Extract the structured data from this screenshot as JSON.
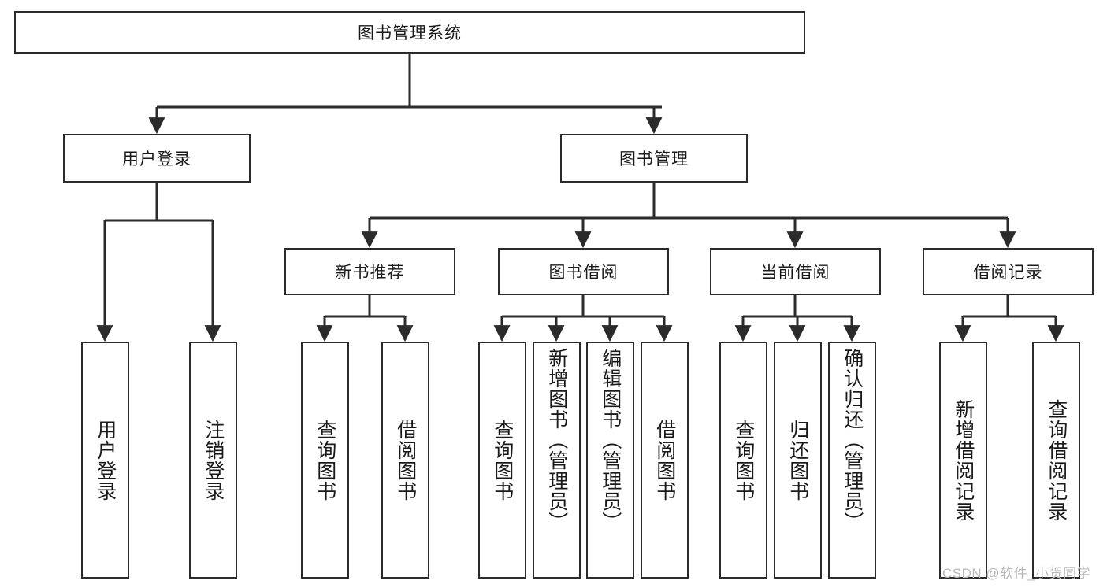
{
  "diagram": {
    "title": "图书管理系统",
    "type": "tree",
    "root": {
      "label": "图书管理系统",
      "level": 0
    },
    "level1": [
      {
        "label": "用户登录"
      },
      {
        "label": "图书管理"
      }
    ],
    "level2": [
      {
        "label": "新书推荐",
        "parent": "图书管理"
      },
      {
        "label": "图书借阅",
        "parent": "图书管理"
      },
      {
        "label": "当前借阅",
        "parent": "图书管理"
      },
      {
        "label": "借阅记录",
        "parent": "图书管理"
      }
    ],
    "leaves_user_login": [
      {
        "label": "用户登录"
      },
      {
        "label": "注销登录"
      }
    ],
    "leaves_new_books": [
      {
        "label": "查询图书"
      },
      {
        "label": "借阅图书"
      }
    ],
    "leaves_borrow": [
      {
        "label": "查询图书"
      },
      {
        "label": "新增图书（管理员）"
      },
      {
        "label": "编辑图书（管理员）"
      },
      {
        "label": "借阅图书"
      }
    ],
    "leaves_current": [
      {
        "label": "查询图书"
      },
      {
        "label": "归还图书"
      },
      {
        "label": "确认归还（管理员）"
      }
    ],
    "leaves_records": [
      {
        "label": "新增借阅记录"
      },
      {
        "label": "查询借阅记录"
      }
    ]
  },
  "watermark": {
    "text": "CSDN @软件_小贺同学"
  },
  "colors": {
    "stroke": "#2b2b2b",
    "background": "#ffffff",
    "text": "#1a1a1a",
    "watermark": "#b9b9b9"
  }
}
